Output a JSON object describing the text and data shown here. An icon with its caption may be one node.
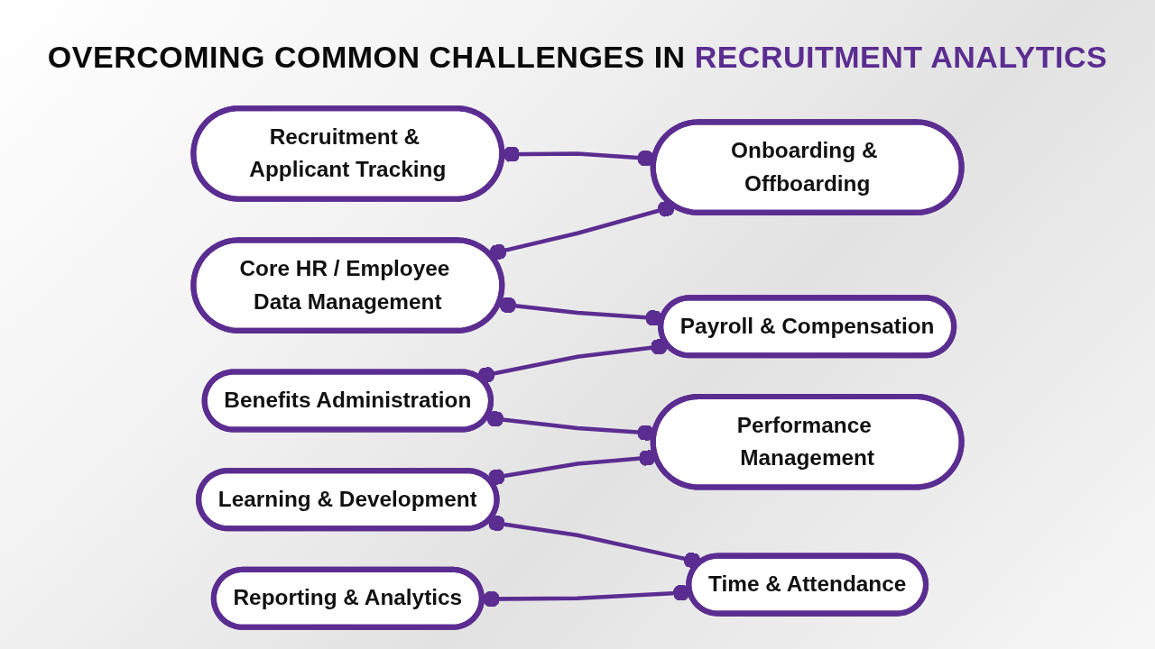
{
  "diagram": {
    "title": "OVERCOMING COMMON CHALLENGES IN RECRUITMENT ANALYTICS",
    "nodes": [
      {
        "text": [
          "Recruitment & Applicant Tracking"
        ]
      },
      {
        "text": [
          "Onboarding & Offboarding"
        ]
      },
      {
        "text": [
          "Core HR / Employee Data Management"
        ]
      },
      {
        "text": [
          "Payroll & Compensation"
        ]
      },
      {
        "text": [
          "Benefits Administration"
        ]
      },
      {
        "text": [
          "Performance Management"
        ]
      },
      {
        "text": [
          "Learning & Development"
        ]
      },
      {
        "text": [
          "Time & Attendance"
        ]
      },
      {
        "text": [
          "Reporting & Analytics"
        ]
      }
    ],
    "edges": [
      {
        "from": 0,
        "to": 1,
        "arrow": "other"
      },
      {
        "from": 2,
        "to": 1,
        "arrow": "other"
      },
      {
        "from": 2,
        "to": 3,
        "arrow": "other"
      },
      {
        "from": 4,
        "to": 3,
        "arrow": "other"
      },
      {
        "from": 4,
        "to": 5,
        "arrow": "other"
      },
      {
        "from": 6,
        "to": 5,
        "arrow": "other"
      },
      {
        "from": 6,
        "to": 7,
        "arrow": "other"
      },
      {
        "from": 8,
        "to": 7,
        "arrow": "other"
      }
    ]
  }
}
